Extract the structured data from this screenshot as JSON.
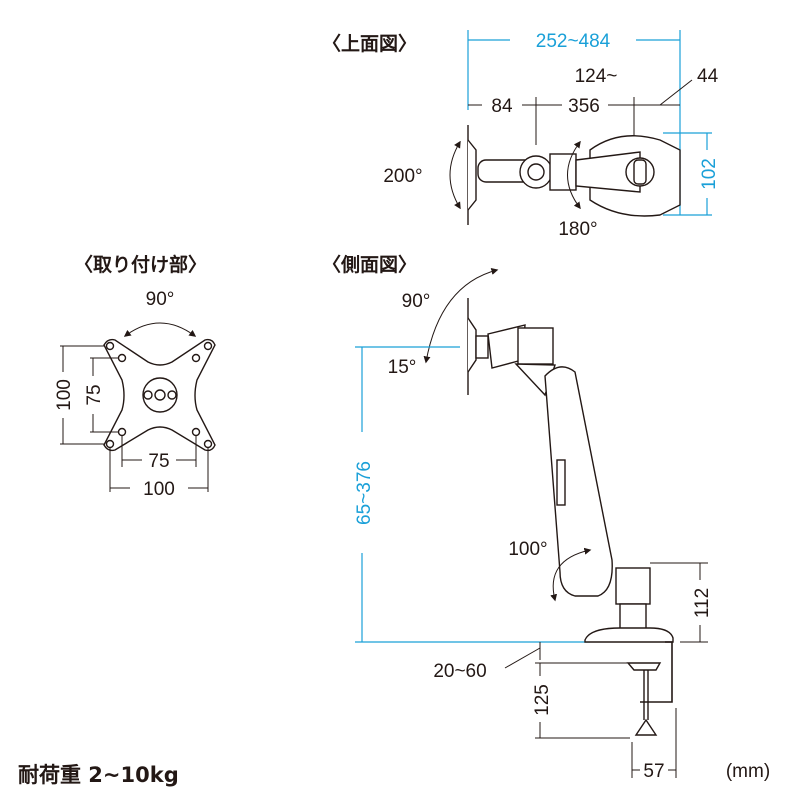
{
  "titles": {
    "top_view": "〈上面図〉",
    "mount": "〈取り付け部〉",
    "side_view": "〈側面図〉"
  },
  "top_view": {
    "overall_width": "252~484",
    "offset_44": "44",
    "dim_84": "84",
    "dim_124": "124~",
    "dim_356": "356",
    "depth_102": "102",
    "swivel_200": "200°",
    "swivel_180": "180°"
  },
  "mount": {
    "rotation": "90°",
    "v_outer": "100",
    "v_inner": "75",
    "h_inner": "75",
    "h_outer": "100"
  },
  "side_view": {
    "tilt_up": "90°",
    "tilt_down": "15°",
    "height": "65~376",
    "arm_rotation": "100°",
    "pole_height": "112",
    "desk_thickness": "20~60",
    "clamp_depth": "125",
    "clamp_width": "57"
  },
  "footer": {
    "load_capacity": "耐荷重 2~10kg",
    "unit": "(mm)"
  },
  "colors": {
    "line": "#231815",
    "dimension_accent": "#1aa0d8"
  }
}
